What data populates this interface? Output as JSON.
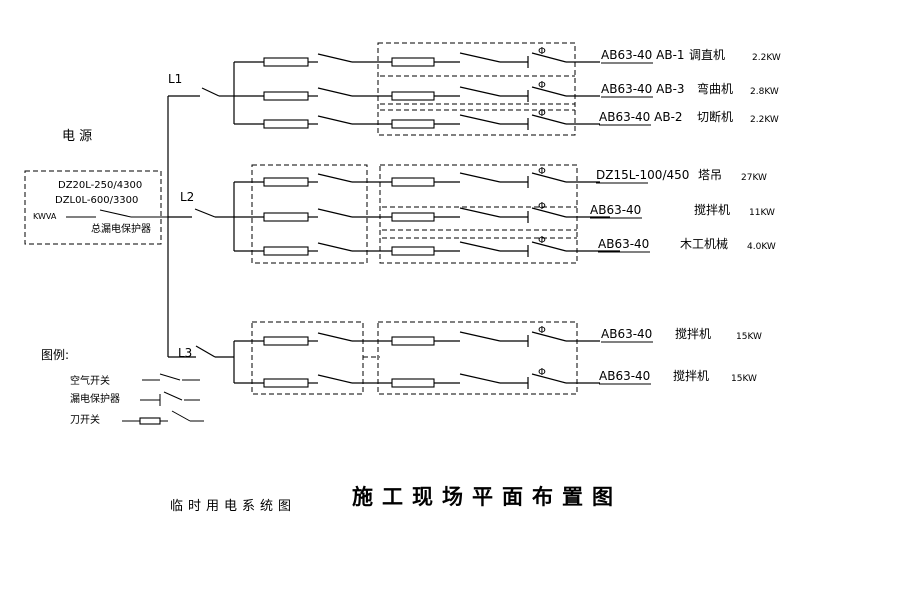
{
  "source": {
    "label": "电  源"
  },
  "main_protector": {
    "line1": "DZ20L-250/4300",
    "line2": "DZL0L-600/3300",
    "kwva": "KWVA",
    "name": "总漏电保护器"
  },
  "buses": [
    {
      "id": "L1",
      "circuits": [
        {
          "breaker": "AB63-40 AB-1",
          "machine": "调直机",
          "power": "2.2KW"
        },
        {
          "breaker": "AB63-40 AB-3",
          "machine": "弯曲机",
          "power": "2.8KW"
        },
        {
          "breaker": "AB63-40 AB-2",
          "machine": "切断机",
          "power": "2.2KW"
        }
      ]
    },
    {
      "id": "L2",
      "circuits": [
        {
          "breaker": "DZ15L-100/450",
          "machine": "塔吊",
          "power": "27KW"
        },
        {
          "breaker": "AB63-40",
          "machine": "搅拌机",
          "power": "11KW"
        },
        {
          "breaker": "AB63-40",
          "machine": "木工机械",
          "power": "4.0KW"
        }
      ]
    },
    {
      "id": "L3",
      "circuits": [
        {
          "breaker": "AB63-40",
          "machine": "搅拌机",
          "power": "15KW"
        },
        {
          "breaker": "AB63-40",
          "machine": "搅拌机",
          "power": "15KW"
        }
      ]
    }
  ],
  "phi_symbol": "Φ",
  "legend": {
    "title": "图例:",
    "items": [
      {
        "label": "空气开关",
        "icon": "air-switch-symbol"
      },
      {
        "label": "漏电保护器",
        "icon": "leakage-protector-symbol"
      },
      {
        "label": "刀开关",
        "icon": "knife-switch-symbol"
      }
    ]
  },
  "captions": {
    "subtitle": "临时用电系统图",
    "title": "施工现场平面布置图"
  }
}
